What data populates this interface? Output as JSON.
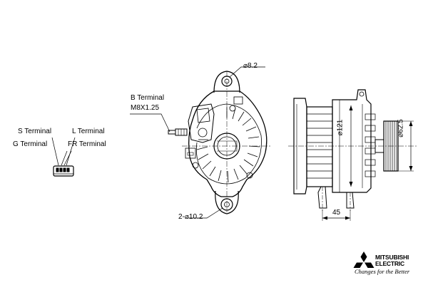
{
  "connector_labels": {
    "s_terminal": "S Terminal",
    "l_terminal": "L Terminal",
    "g_terminal": "G Terminal",
    "fr_terminal": "FR Terminal"
  },
  "b_terminal": {
    "title": "B Terminal",
    "thread": "M8X1.25"
  },
  "dimensions": {
    "top_hole": "⌀8.2",
    "bottom_holes": "2-⌀10.2",
    "body_diameter": "⌀121",
    "pulley_diameter": "⌀62.5",
    "mount_width": "45"
  },
  "brand": {
    "name_line1": "MITSUBISHI",
    "name_line2": "ELECTRIC",
    "tagline": "Changes for the Better",
    "logo_icon": "three-diamond-logo-icon"
  },
  "colors": {
    "line": "#000000",
    "background": "#ffffff"
  }
}
